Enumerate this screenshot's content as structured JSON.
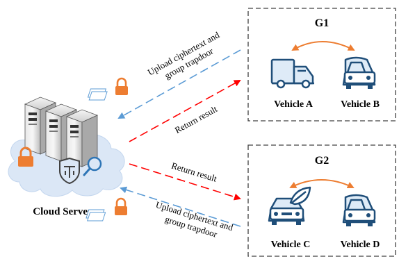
{
  "server": {
    "label": "Cloud Server"
  },
  "groups": [
    {
      "title": "G1",
      "vehicles": [
        {
          "label": "Vehicle A",
          "icon": "truck-icon"
        },
        {
          "label": "Vehicle B",
          "icon": "car-icon"
        }
      ]
    },
    {
      "title": "G2",
      "vehicles": [
        {
          "label": "Vehicle C",
          "icon": "eco-car-icon"
        },
        {
          "label": "Vehicle D",
          "icon": "car-icon"
        }
      ]
    }
  ],
  "flows": {
    "g1_upload": {
      "line1": "Upload ciphertext and",
      "line2": "group trapdoor"
    },
    "g1_return": "Return result",
    "g2_return": "Return result",
    "g2_upload": {
      "line1": "Upload ciphertext and",
      "line2": "group trapdoor"
    }
  },
  "colors": {
    "upload_arrow": "#5b9bd5",
    "return_arrow": "#ff0000",
    "exchange_arrow": "#ed7d31",
    "icon_stroke": "#1f4e79",
    "icon_fill": "#deebf7",
    "lock": "#ed7d31",
    "group_border": "#404040",
    "cloud": "#dbe7f6"
  }
}
